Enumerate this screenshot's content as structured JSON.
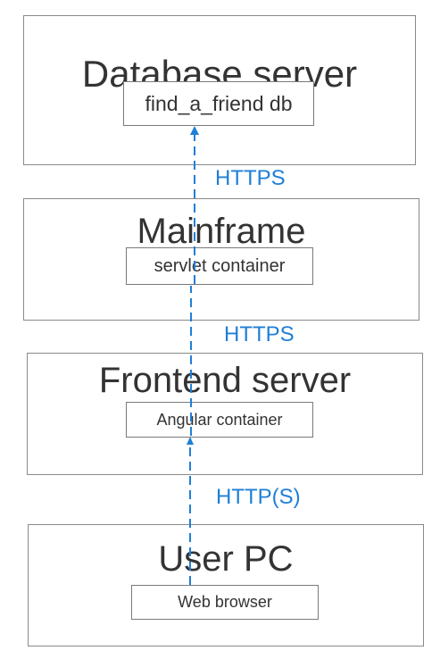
{
  "nodes": {
    "database": {
      "title": "Database server",
      "component": "find_a_friend db"
    },
    "mainframe": {
      "title": "Mainframe",
      "component": "servlet container"
    },
    "frontend": {
      "title": "Frontend server",
      "component": "Angular container"
    },
    "user_pc": {
      "title": "User PC",
      "component": "Web browser"
    }
  },
  "connections": [
    {
      "from": "Mainframe",
      "to": "Database server",
      "label": "HTTPS"
    },
    {
      "from": "Frontend server",
      "to": "Mainframe",
      "label": "HTTPS"
    },
    {
      "from": "User PC",
      "to": "Frontend server",
      "label": "HTTP(S)"
    }
  ],
  "colors": {
    "connector": "#1f7fd6",
    "border": "#8a8a8a",
    "text": "#333333"
  }
}
